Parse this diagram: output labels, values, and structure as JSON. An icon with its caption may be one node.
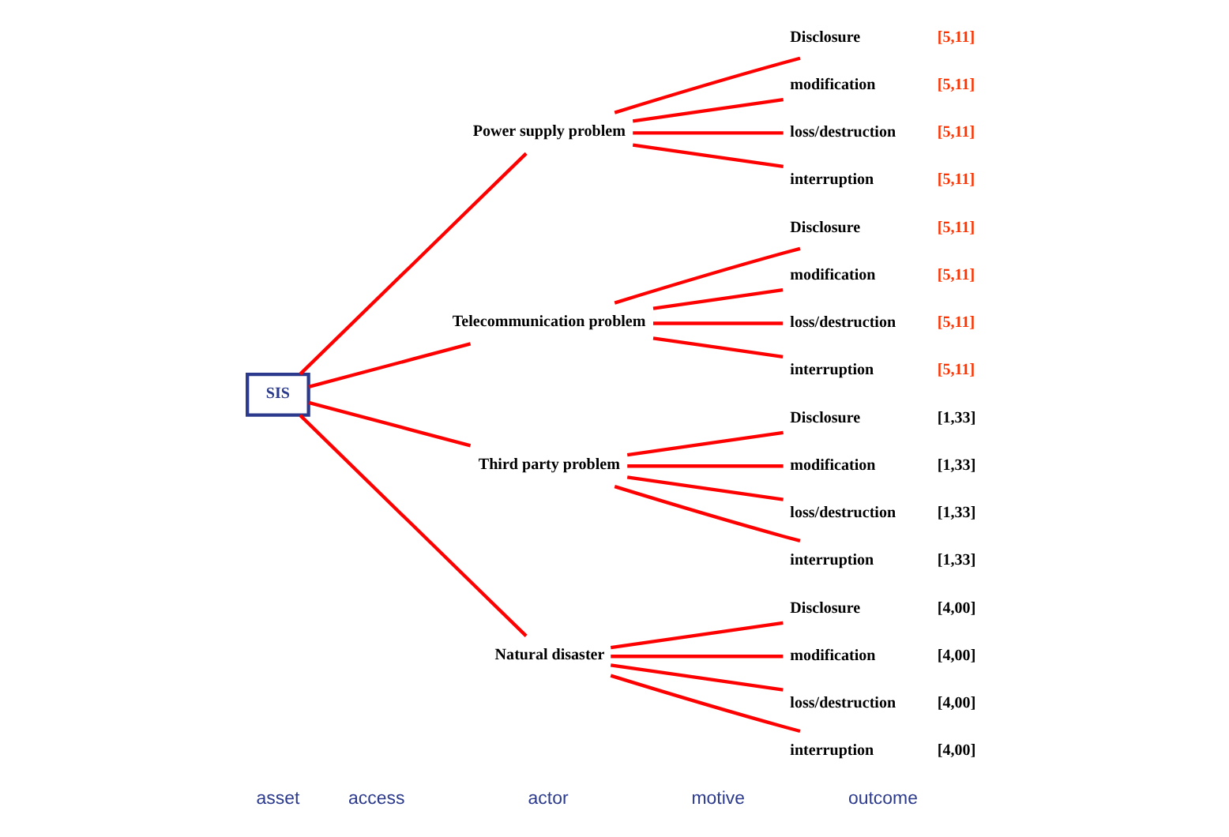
{
  "diagram": {
    "nodes": [
      {
        "text": [
          "SIS"
        ]
      },
      {
        "text": [
          "Power supply problem"
        ]
      },
      {
        "text": [
          "Disclosure"
        ],
        "beside": [
          "[5,11]"
        ]
      },
      {
        "text": [
          "modification"
        ],
        "beside": [
          "[5,11]"
        ]
      },
      {
        "text": [
          "loss/destruction"
        ],
        "beside": [
          "[5,11]"
        ]
      },
      {
        "text": [
          "interruption"
        ],
        "beside": [
          "[5,11]"
        ]
      },
      {
        "text": [
          "Telecommunication problem"
        ]
      },
      {
        "text": [
          "Disclosure"
        ],
        "beside": [
          "[5,11]"
        ]
      },
      {
        "text": [
          "modification"
        ],
        "beside": [
          "[5,11]"
        ]
      },
      {
        "text": [
          "loss/destruction"
        ],
        "beside": [
          "[5,11]"
        ]
      },
      {
        "text": [
          "interruption"
        ],
        "beside": [
          "[5,11]"
        ]
      },
      {
        "text": [
          "Third party problem"
        ]
      },
      {
        "text": [
          "Disclosure"
        ],
        "beside": [
          "[1,33]"
        ]
      },
      {
        "text": [
          "modification"
        ],
        "beside": [
          "[1,33]"
        ]
      },
      {
        "text": [
          "loss/destruction"
        ],
        "beside": [
          "[1,33]"
        ]
      },
      {
        "text": [
          "interruption"
        ],
        "beside": [
          "[1,33]"
        ]
      },
      {
        "text": [
          "Natural disaster"
        ]
      },
      {
        "text": [
          "Disclosure"
        ],
        "beside": [
          "[4,00]"
        ]
      },
      {
        "text": [
          "modification"
        ],
        "beside": [
          "[4,00]"
        ]
      },
      {
        "text": [
          "loss/destruction"
        ],
        "beside": [
          "[4,00]"
        ]
      },
      {
        "text": [
          "interruption"
        ],
        "beside": [
          "[4,00]"
        ]
      }
    ],
    "edges": [
      {
        "from": 0,
        "to": 1,
        "arrow": "none"
      },
      {
        "from": 0,
        "to": 6,
        "arrow": "none"
      },
      {
        "from": 0,
        "to": 11,
        "arrow": "none"
      },
      {
        "from": 0,
        "to": 16,
        "arrow": "none"
      },
      {
        "from": 1,
        "to": 2,
        "arrow": "none"
      },
      {
        "from": 1,
        "to": 3,
        "arrow": "none"
      },
      {
        "from": 1,
        "to": 4,
        "arrow": "none"
      },
      {
        "from": 1,
        "to": 5,
        "arrow": "none"
      },
      {
        "from": 6,
        "to": 7,
        "arrow": "none"
      },
      {
        "from": 6,
        "to": 8,
        "arrow": "none"
      },
      {
        "from": 6,
        "to": 9,
        "arrow": "none"
      },
      {
        "from": 6,
        "to": 10,
        "arrow": "none"
      },
      {
        "from": 11,
        "to": 12,
        "arrow": "none"
      },
      {
        "from": 11,
        "to": 13,
        "arrow": "none"
      },
      {
        "from": 11,
        "to": 14,
        "arrow": "none"
      },
      {
        "from": 11,
        "to": 15,
        "arrow": "none"
      },
      {
        "from": 16,
        "to": 17,
        "arrow": "none"
      },
      {
        "from": 16,
        "to": 18,
        "arrow": "none"
      },
      {
        "from": 16,
        "to": 19,
        "arrow": "none"
      },
      {
        "from": 16,
        "to": 20,
        "arrow": "none"
      }
    ],
    "labels": [
      "asset",
      "access",
      "actor",
      "motive",
      "outcome"
    ]
  }
}
